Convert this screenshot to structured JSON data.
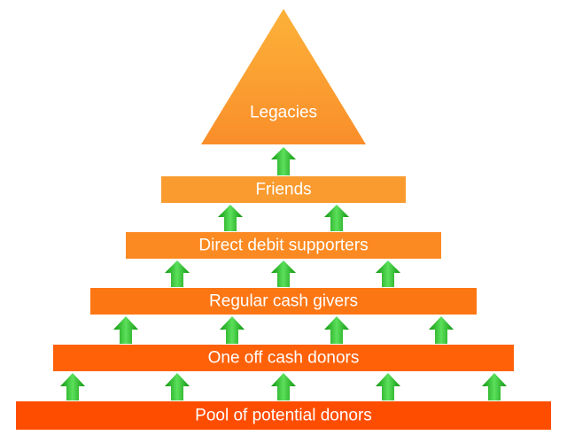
{
  "diagram": {
    "colors": {
      "top": "#fca132",
      "bottom": "#ff4a00",
      "arrow_light": "#5ce05c",
      "arrow_dark": "#11960f",
      "text": "#ffffff"
    },
    "apex": {
      "label": "Legacies"
    },
    "tiers": [
      {
        "label": "Friends",
        "arrows_above": 1
      },
      {
        "label": "Direct debit supporters",
        "arrows_above": 2
      },
      {
        "label": "Regular cash givers",
        "arrows_above": 3
      },
      {
        "label": "One off cash donors",
        "arrows_above": 4
      },
      {
        "label": "Pool of potential donors",
        "arrows_above": 5
      }
    ]
  }
}
